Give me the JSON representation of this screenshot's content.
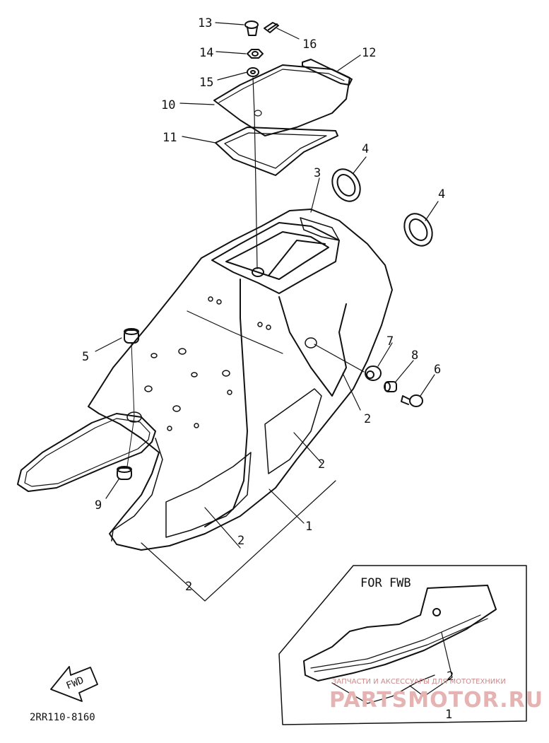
{
  "diagram": {
    "part_code": "2RR110-8160",
    "inset_title": "FOR FWB",
    "fwd_label": "FWD",
    "callouts": {
      "c13": "13",
      "c16": "16",
      "c14": "14",
      "c12": "12",
      "c15": "15",
      "c10": "10",
      "c11": "11",
      "c4a": "4",
      "c4b": "4",
      "c3": "3",
      "c5": "5",
      "c7": "7",
      "c8": "8",
      "c6": "6",
      "c9": "9",
      "c2a": "2",
      "c2b": "2",
      "c2c": "2",
      "c2d": "2",
      "c1": "1",
      "inset2": "2",
      "inset1": "1"
    },
    "watermark": {
      "tagline": "ЗАПЧАСТИ И АКСЕССУАРЫ ДЛЯ МОТОТЕХНИКИ",
      "site": "PARTSMOTOR.RU"
    }
  }
}
